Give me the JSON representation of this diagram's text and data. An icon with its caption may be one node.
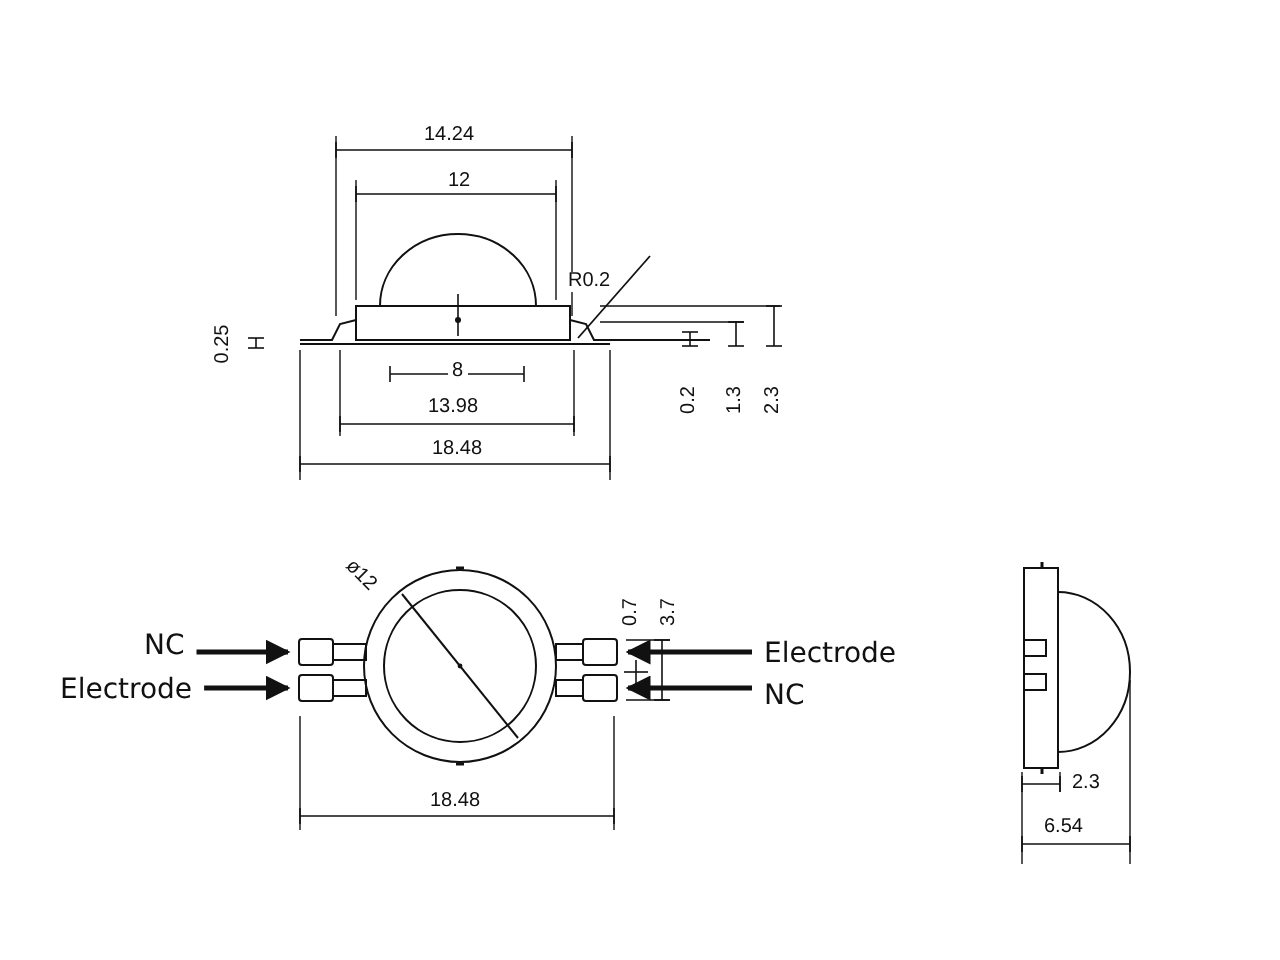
{
  "diagram": {
    "nodes": [
      {
        "text": [
          "NC"
        ]
      },
      {
        "text": [
          "Electrode"
        ]
      },
      {
        "text": [
          "Electrode"
        ]
      },
      {
        "text": [
          "NC"
        ]
      },
      {
        "text": [],
        "shape": "box"
      },
      {
        "text": [],
        "shape": "box"
      },
      {
        "text": [],
        "shape": "box"
      },
      {
        "text": [],
        "shape": "box"
      }
    ],
    "edges": [
      {
        "from": 0,
        "to": 4,
        "arrow": "to"
      },
      {
        "from": 1,
        "to": 5,
        "arrow": "to"
      },
      {
        "from": 2,
        "to": 6,
        "arrow": "to"
      },
      {
        "from": 3,
        "to": 7,
        "arrow": "to"
      }
    ],
    "labels": [
      "14.24",
      "12",
      "R0.2",
      "0.25",
      "8",
      "13.98",
      "18.48",
      "0.2",
      "1.3",
      "2.3",
      "ø12",
      "0.7",
      "3.7",
      "18.48",
      "2.3",
      "6.54"
    ]
  }
}
